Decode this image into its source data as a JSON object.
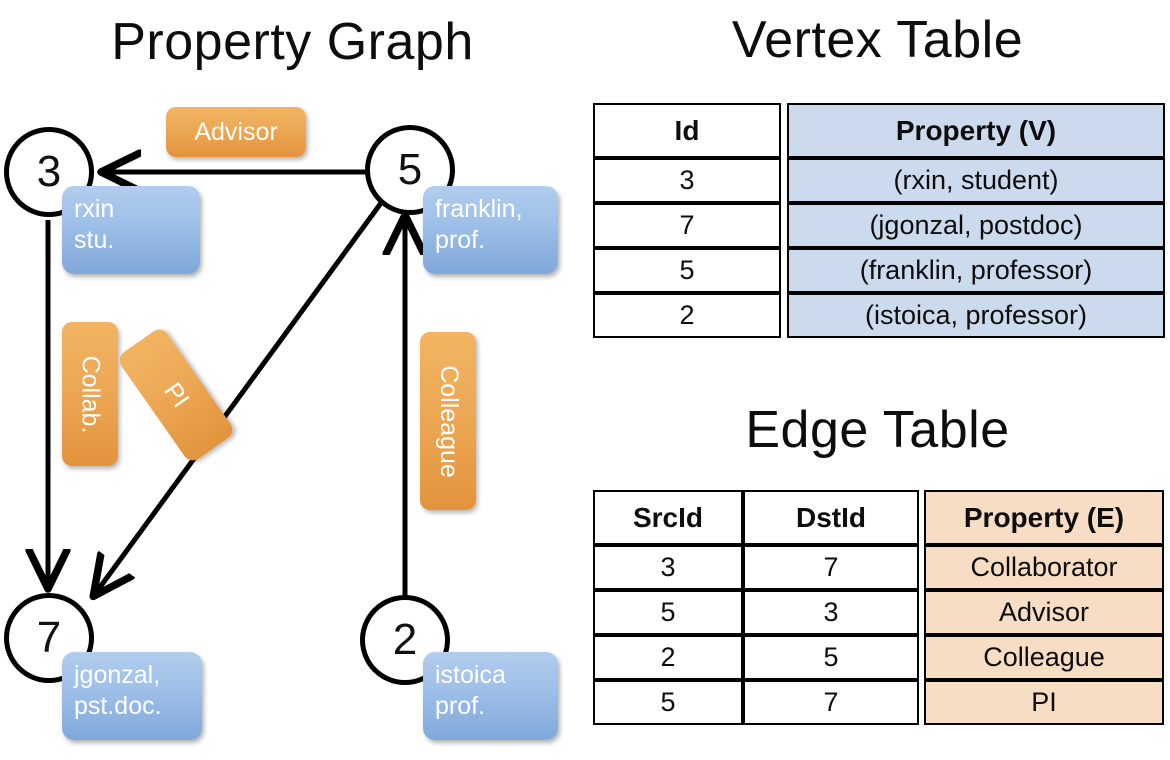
{
  "titles": {
    "graph": "Property Graph",
    "vertex": "Vertex Table",
    "edge": "Edge Table"
  },
  "graph": {
    "nodes": [
      {
        "id": "3",
        "property_line1": "rxin",
        "property_line2": "stu."
      },
      {
        "id": "5",
        "property_line1": "franklin,",
        "property_line2": "prof."
      },
      {
        "id": "7",
        "property_line1": "jgonzal,",
        "property_line2": "pst.doc."
      },
      {
        "id": "2",
        "property_line1": "istoica",
        "property_line2": "prof."
      }
    ],
    "edge_labels": {
      "advisor": "Advisor",
      "collab": "Collab.",
      "pi": "PI",
      "colleague": "Colleague"
    },
    "edges": [
      {
        "from": "5",
        "to": "3",
        "label": "Advisor"
      },
      {
        "from": "3",
        "to": "7",
        "label": "Collab."
      },
      {
        "from": "5",
        "to": "7",
        "label": "PI"
      },
      {
        "from": "2",
        "to": "5",
        "label": "Colleague"
      }
    ]
  },
  "vertex_table": {
    "headers": [
      "Id",
      "Property (V)"
    ],
    "rows": [
      {
        "id": "3",
        "property": "(rxin, student)"
      },
      {
        "id": "7",
        "property": "(jgonzal, postdoc)"
      },
      {
        "id": "5",
        "property": "(franklin, professor)"
      },
      {
        "id": "2",
        "property": "(istoica, professor)"
      }
    ]
  },
  "edge_table": {
    "headers": [
      "SrcId",
      "DstId",
      "Property (E)"
    ],
    "rows": [
      {
        "src": "3",
        "dst": "7",
        "property": "Collaborator"
      },
      {
        "src": "5",
        "dst": "3",
        "property": "Advisor"
      },
      {
        "src": "2",
        "dst": "5",
        "property": "Colleague"
      },
      {
        "src": "5",
        "dst": "7",
        "property": "PI"
      }
    ]
  },
  "colors": {
    "vertex_property_fill": "#ccdaee",
    "edge_property_fill": "#f7ddc3",
    "node_box_blue": "#9dbfe8",
    "edge_label_orange": "#eda855",
    "stroke": "#000000",
    "background": "#ffffff"
  }
}
